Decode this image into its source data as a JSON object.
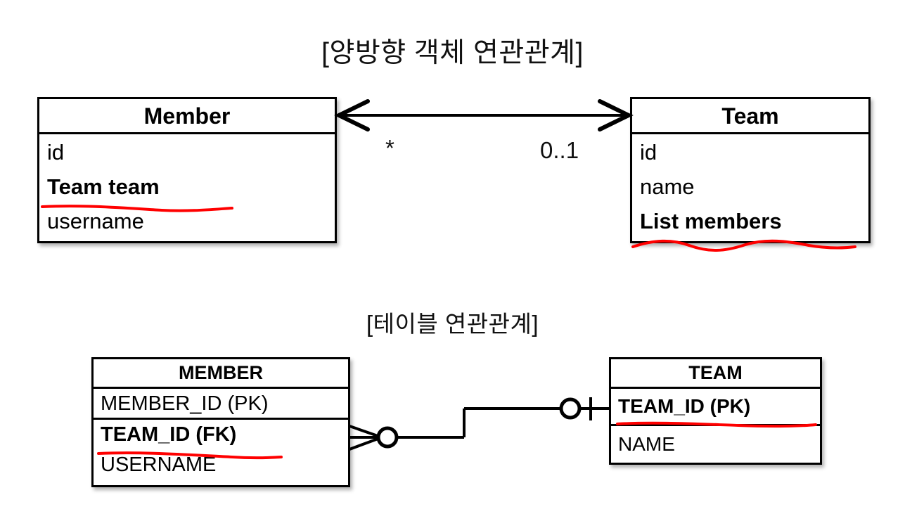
{
  "page": {
    "background": "#ffffff",
    "ink": "#000000",
    "highlight": "#ff0000"
  },
  "sections": [
    {
      "id": "object-model",
      "title": "[양방향 객체 연관관계]"
    },
    {
      "id": "table-model",
      "title": "[테이블 연관관계]"
    }
  ],
  "object_model": {
    "member_class": {
      "name": "Member",
      "attributes": [
        {
          "label": "id",
          "bold": false,
          "underlined": false
        },
        {
          "label": "Team team",
          "bold": true,
          "underlined": true
        },
        {
          "label": "username",
          "bold": false,
          "underlined": false
        }
      ]
    },
    "team_class": {
      "name": "Team",
      "attributes": [
        {
          "label": "id",
          "bold": false,
          "underlined": false
        },
        {
          "label": "name",
          "bold": false,
          "underlined": false
        },
        {
          "label": "List members",
          "bold": true,
          "underlined": true
        }
      ]
    },
    "association": {
      "kind": "bidirectional",
      "arrow": "double-headed",
      "source_multiplicity": "*",
      "target_multiplicity": "0..1"
    }
  },
  "table_model": {
    "member_table": {
      "name": "MEMBER",
      "key_columns": [
        {
          "label": "MEMBER_ID (PK)",
          "bold": false,
          "underlined": false
        }
      ],
      "columns": [
        {
          "label": "TEAM_ID (FK)",
          "bold": true,
          "underlined": true
        },
        {
          "label": "USERNAME",
          "bold": false,
          "underlined": false
        }
      ]
    },
    "team_table": {
      "name": "TEAM",
      "key_columns": [
        {
          "label": "TEAM_ID (PK)",
          "bold": true,
          "underlined": true
        }
      ],
      "columns": [
        {
          "label": "NAME",
          "bold": false,
          "underlined": false
        }
      ]
    },
    "relationship": {
      "notation": "crows-foot",
      "left_end": "zero-or-many",
      "right_end": "zero-or-one"
    }
  }
}
